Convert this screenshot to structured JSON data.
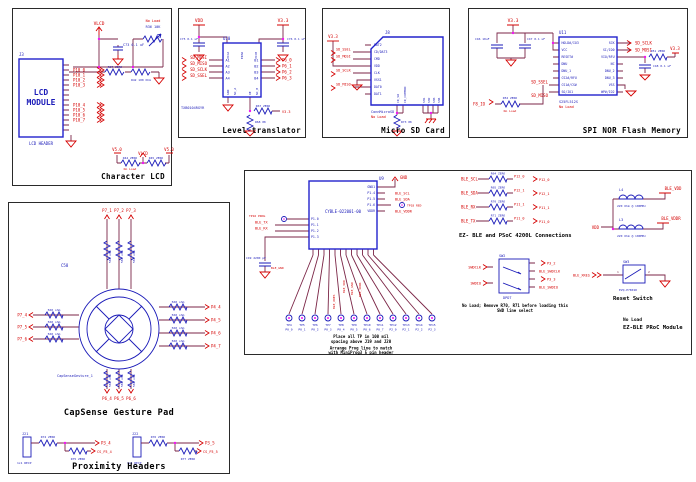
{
  "colors": {
    "wire": "#7b2647",
    "component": "#1a1ab8",
    "module_blue": "#2222cc",
    "label_red": "#d40000",
    "junction": "#f015f0",
    "title": "#000000"
  },
  "lcd": {
    "title": "Character LCD",
    "ref": "J3",
    "module_l1": "LCD",
    "module_l2": "MODULE",
    "header": "LCD HEADER",
    "vlcd": "VLCD",
    "pot_note": "No Load",
    "pot": "R36 10K",
    "c73": "C73 0.1 uF",
    "r37": "R37 ZERO",
    "r42": "R42 100 Ohm",
    "pins_a": [
      "P10_0",
      "P10_1",
      "P10_2",
      "P10_3"
    ],
    "pins_b": [
      "P10_4",
      "P10_5",
      "P10_6",
      "P10_7"
    ],
    "v50_l": "V5.0",
    "vlcd_b": "VLCD",
    "v50_r": "V5.0",
    "r44": "R44 ZERO",
    "r44_note": "No Load",
    "r45": "R45 ZERO"
  },
  "lvl": {
    "title": "Level translator",
    "rail_l": "VDD",
    "rail_r": "V3.3",
    "c75": "C75 0.1 uF",
    "c76": "C76 0.1 uF",
    "ref": "U10",
    "part": "TXB0104RGYR",
    "pins_l": [
      "A1",
      "A2",
      "A3",
      "A4"
    ],
    "pins_r": [
      "B1",
      "B2",
      "B3",
      "B4"
    ],
    "vcca": "VCCA",
    "epad": "EPAD",
    "vccb": "VCCB",
    "gnd": "GND",
    "nca": "NC_A",
    "oe": "OE",
    "ncb": "NC_B",
    "sig_l": [
      "SD_MOSI",
      "SD_MISO",
      "SD_SCLK",
      "SD_SSEL"
    ],
    "sig_r": [
      "P6_0",
      "P6_1",
      "P6_2",
      "P6_3"
    ],
    "r67": "R67 ZERO",
    "r68": "R68 0K",
    "rail_oe": "V3.3"
  },
  "sd": {
    "title": "Micro SD Card",
    "ref": "J8",
    "conn": "ConnMicroSD",
    "no_load": "No Load",
    "rail": "V3.3",
    "pins": [
      "DAT2",
      "CD/DAT3",
      "CMD",
      "VDD",
      "CLK",
      "VSS1",
      "DAT0",
      "DAT1"
    ],
    "pins_b": [
      "CD_SW",
      "CD_COMMON"
    ],
    "shield": [
      "SH1",
      "SH2",
      "SH3",
      "SH4"
    ],
    "sig": [
      "SD_SSEL",
      "SD_MOSI",
      "SD_SCLK",
      "SD_MISO"
    ],
    "r73": "R73 0K"
  },
  "flash": {
    "title": "SPI NOR Flash Memory",
    "ref": "U11",
    "part": "S25FL512S",
    "no_load": "No Load",
    "rail": "V3.3",
    "rail2": "V3.3",
    "c46": "C46 10uF",
    "c47": "C47 0.1 uF",
    "c48": "C48 0.1 uF",
    "pins_l": [
      "HOLD#/IO3",
      "VCC",
      "RESET#",
      "DNU",
      "DNU_1",
      "CS2#/RFU",
      "CS1#/CS#",
      "SO/IO1"
    ],
    "pins_r": [
      "SCK",
      "SI/IO0",
      "VIO/RFU",
      "NC",
      "DNU_2",
      "DNU_3",
      "VSS",
      "WP#/IO2"
    ],
    "sig_sclk": "SD_SCLK",
    "sig_mosi": "SD_MOSI",
    "sig_ssel": "SD_SSEL",
    "sig_miso": "SD_MISO",
    "sig_fio": "F8_IO",
    "r51": "R51 ZERO",
    "r52": "R52 ZERO",
    "r52_note": "No Load"
  },
  "cap": {
    "title": "CapSense Gesture Pad",
    "ref": "C58",
    "sensor": "CapSenseGesture_1",
    "r_val": "560 ohm",
    "top": [
      "P7_1",
      "P7_2",
      "P7_3"
    ],
    "left": [
      "P7_4",
      "P7_5",
      "P7_6"
    ],
    "right": [
      "P4_4",
      "P4_5",
      "P4_6",
      "P4_7"
    ],
    "bottom": [
      "P6_4",
      "P6_5",
      "P6_6"
    ],
    "prox_title": "Proximity Headers",
    "j1": "J21",
    "j2": "J22",
    "recp": "1x1 RECP",
    "p1_r1": "R74 ZERO",
    "p1_net1": "P3_4",
    "p1_r2": "R75 ZERO",
    "p1_net2": "CS_P3_4",
    "p2_r1": "R76 ZERO",
    "p2_net1": "P3_5",
    "p2_r2": "R77 ZERO",
    "p2_net2": "CS_P3_5"
  },
  "ble": {
    "ref": "U9",
    "part": "CYBLE-022001-00",
    "pins_r": [
      "GND1",
      "P1.4",
      "P1.5",
      "P1.6",
      "VDDR"
    ],
    "pins_l": [
      "P1.0",
      "P1.1",
      "P1.2",
      "P1.3"
    ],
    "gnd": "GND",
    "sig_scl": "BLE_SCL",
    "sig_sda": "BLE_SDA",
    "tp18": "TP18 RED",
    "vddr": "BLE_VDDR",
    "tp16": "TP16 PROG",
    "tx": "BLE_TX",
    "rx": "BLE_RX",
    "c49": "C49 2200 pF",
    "gnd_net": "BLE_GND",
    "v_vdd": "BLE_VDD",
    "v_gnd": "BLE_GND",
    "v_vddr": "BLE_VDDR",
    "xres_v": "BLE_XRES",
    "tps": [
      {
        "tp": "TP4",
        "net": "P0_0"
      },
      {
        "tp": "TP5",
        "net": "P0_1"
      },
      {
        "tp": "TP6",
        "net": "P0_2"
      },
      {
        "tp": "TP7",
        "net": "P0_3"
      },
      {
        "tp": "TP8",
        "net": "P0_4"
      },
      {
        "tp": "TP9",
        "net": "P0_5"
      },
      {
        "tp": "TP10",
        "net": "P0_6"
      },
      {
        "tp": "TP11",
        "net": "P0_7"
      },
      {
        "tp": "TP12",
        "net": "P2_0"
      },
      {
        "tp": "TP13",
        "net": "P2_1"
      },
      {
        "tp": "TP14",
        "net": "P2_2"
      },
      {
        "tp": "TP15",
        "net": "P2_3"
      }
    ],
    "note1a": "Place all TP in 100 mil",
    "note1b": "spacing above J19 and J20",
    "note2a": "Arrange Prog line to match",
    "note2b": "with MiniProg3 5 pin header",
    "conn_title": "EZ- BLE and PSoC 4200L Connections",
    "rows": [
      {
        "sig": "BLE_SCL",
        "r": "R64 ZERO",
        "net": "P12_0"
      },
      {
        "sig": "BLE_SDA",
        "r": "R65 ZERO",
        "net": "P12_1"
      },
      {
        "sig": "BLE_RX",
        "r": "R70 ZERO",
        "net": "P11_1"
      },
      {
        "sig": "BLE_TX",
        "r": "R71 ZERO",
        "net": "P11_0"
      }
    ],
    "vdd": "VDD",
    "l4": "L4",
    "l3": "L3",
    "bead": "220 Ohm @ 100MHz",
    "ble_vdd": "BLE_VDD",
    "ble_vddr": "BLE_VDDR",
    "sw2": "SW2",
    "dpdt": "DPDT",
    "swdclk": "SWDCLK",
    "swdio": "SWDIO",
    "sw_rows": [
      "P3_2",
      "BLE_SWDCLK",
      "P3_3",
      "BLE_SWDIO"
    ],
    "sw_note1": "No Load; Remove R70, R71 before loading this",
    "sw_note2": "SWD line select",
    "sw3": "SW3",
    "sw3_part": "EVQ-P7K01K",
    "sw3_p1": "1",
    "sw3_p2": "2",
    "xres": "BLE_XRES",
    "reset_title": "Reset Switch",
    "nl": "No Load",
    "module_title": "EZ-BLE PRoC Module"
  }
}
